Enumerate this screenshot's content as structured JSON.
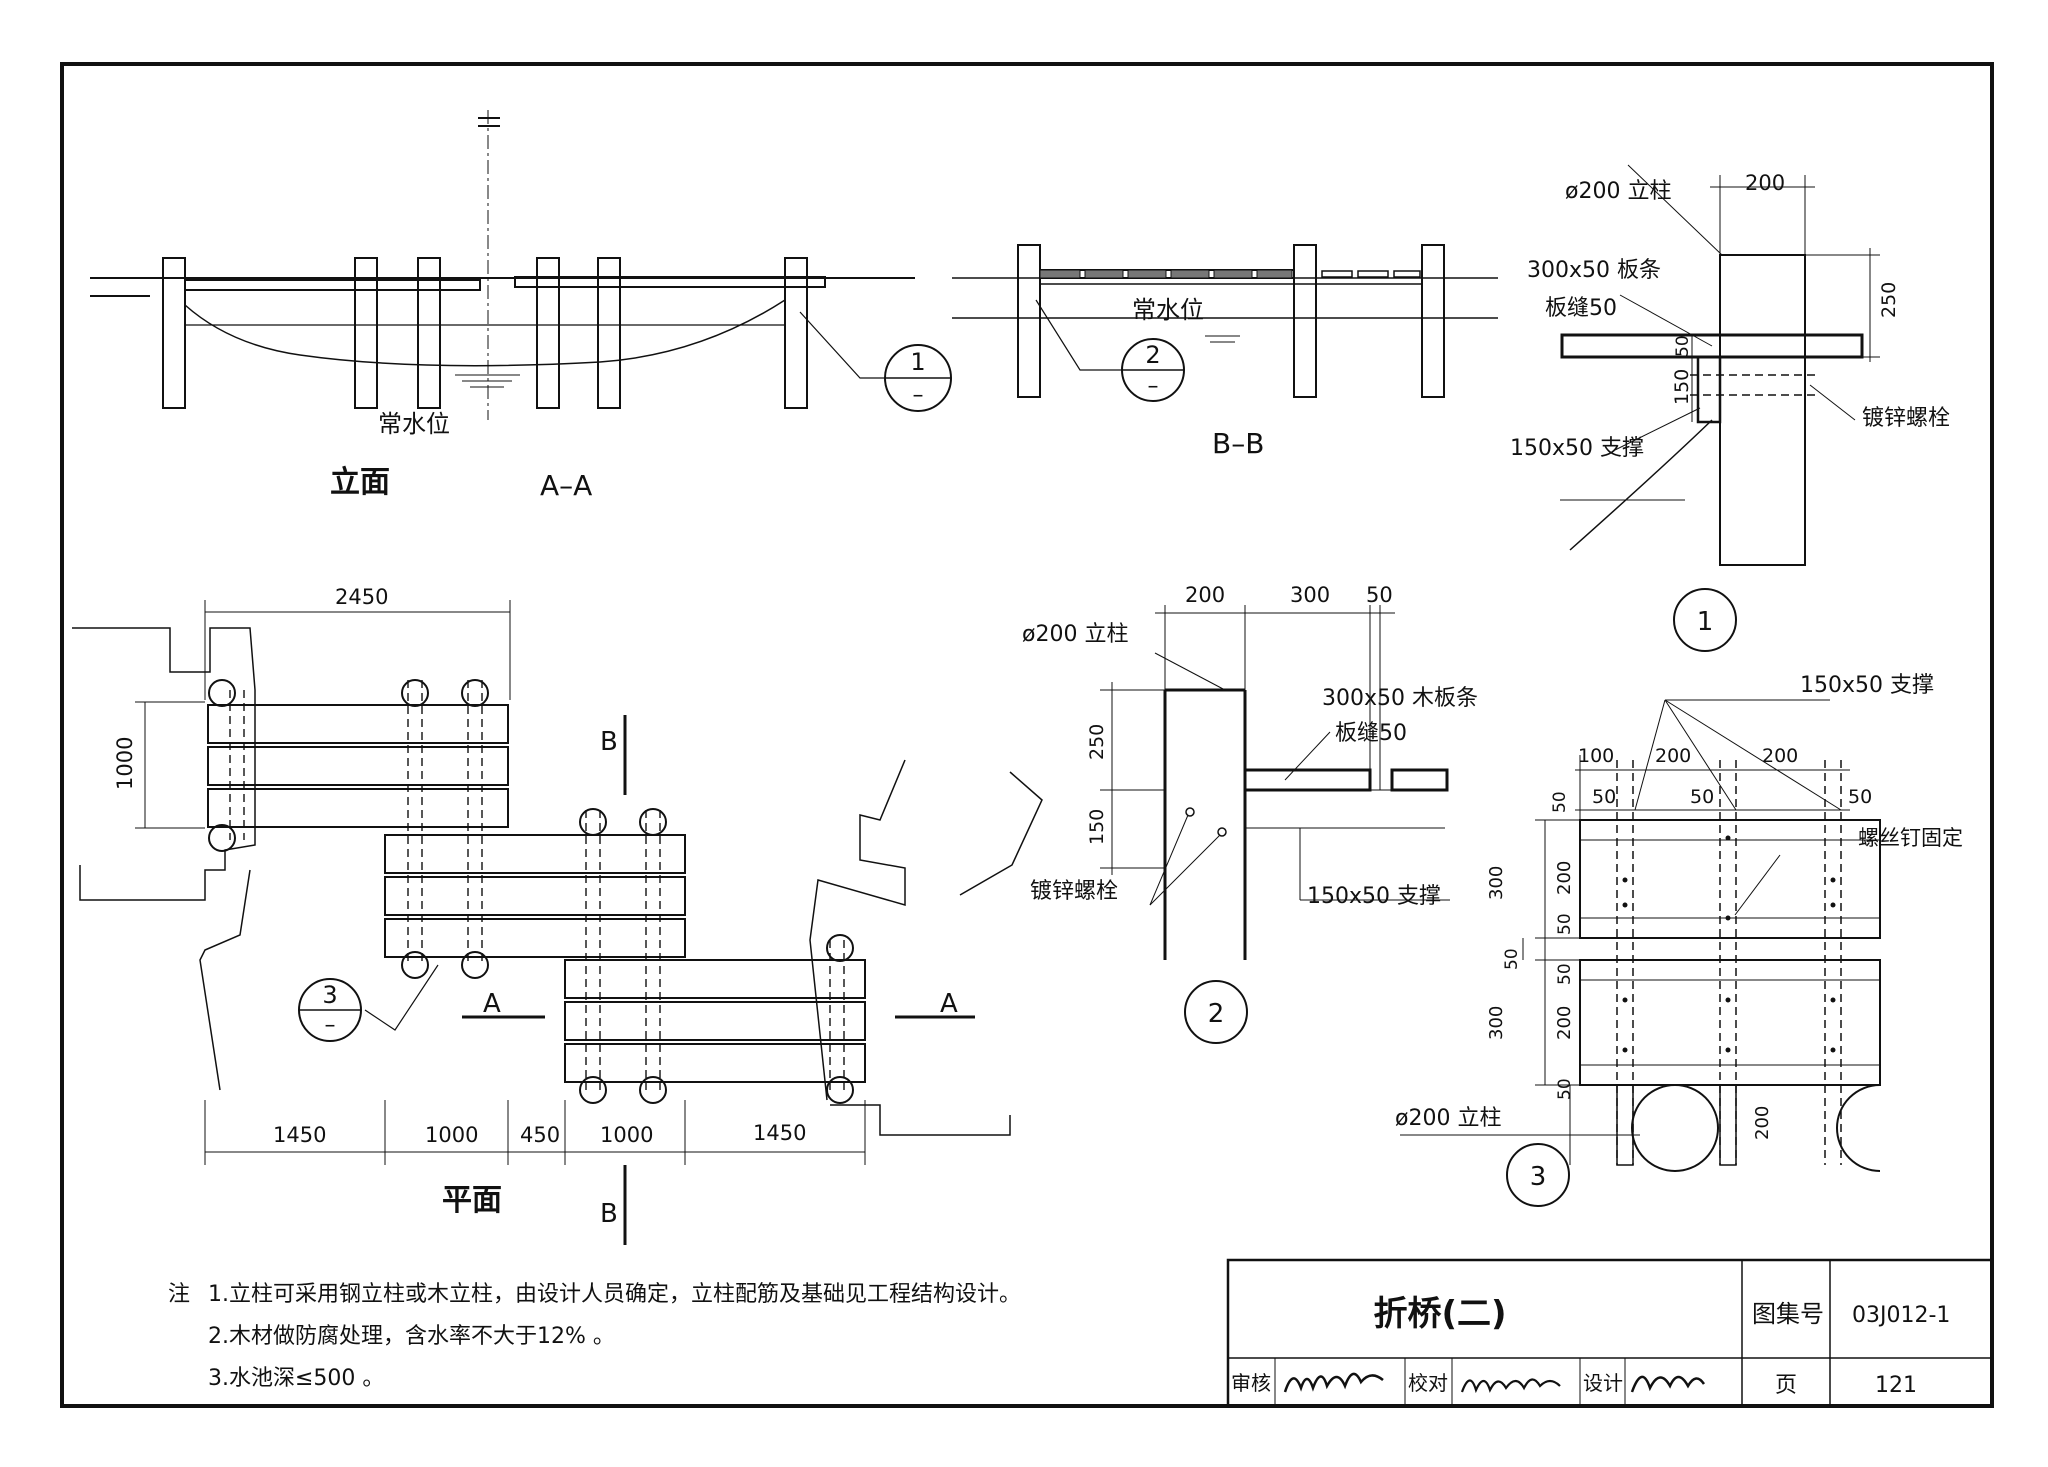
{
  "views": {
    "elevation_label": "立面",
    "section_aa": "A–A",
    "section_bb": "B–B",
    "plan_label": "平面",
    "water_level": "常水位"
  },
  "callouts": {
    "c1_num": "1",
    "c1_sub": "–",
    "c2_num": "2",
    "c2_sub": "–",
    "c3_num": "3",
    "c3_sub": "–"
  },
  "detail1": {
    "number": "1",
    "post": "ø200 立柱",
    "plank": "300x50 板条",
    "gap": "板缝50",
    "bolt": "镀锌螺栓",
    "brace": "150x50 支撑",
    "dim_width": "200",
    "dim_250": "250",
    "dim_50": "50",
    "dim_150": "150"
  },
  "detail2": {
    "number": "2",
    "post": "ø200 立柱",
    "plank": "300x50 木板条",
    "gap": "板缝50",
    "bolt": "镀锌螺栓",
    "brace": "150x50 支撑",
    "dim_200": "200",
    "dim_300": "300",
    "dim_50": "50",
    "dim_250": "250",
    "dim_150": "150"
  },
  "detail3": {
    "number": "3",
    "brace": "150x50 支撑",
    "screw": "螺丝钉固定",
    "post": "ø200 立柱",
    "top_100": "100",
    "top_200a": "200",
    "top_200b": "200",
    "top_50a": "50",
    "top_50b": "50",
    "top_50c": "50",
    "v_50a": "50",
    "v_300a": "300",
    "v_200a": "200",
    "v_50b": "50",
    "v_50mid": "50",
    "v_50c": "50",
    "v_300b": "300",
    "v_200b": "200",
    "v_50d": "50",
    "v_200post": "200"
  },
  "plan": {
    "dim_2450": "2450",
    "dim_1000_v": "1000",
    "dim_1450a": "1450",
    "dim_1000a": "1000",
    "dim_450": "450",
    "dim_1000b": "1000",
    "dim_1450b": "1450",
    "cut_b": "B",
    "cut_a": "A"
  },
  "notes": {
    "prefix": "注",
    "n1": "1.立柱可采用钢立柱或木立柱，由设计人员确定，立柱配筋及基础见工程结构设计。",
    "n2": "2.木材做防腐处理，含水率不大于12%  。",
    "n3": "3.水池深≤500  。"
  },
  "title_block": {
    "title": "折桥(二)",
    "atlas_label": "图集号",
    "atlas_no": "03J012-1",
    "review_label": "审核",
    "check_label": "校对",
    "design_label": "设计",
    "page_label": "页",
    "page_no": "121"
  }
}
